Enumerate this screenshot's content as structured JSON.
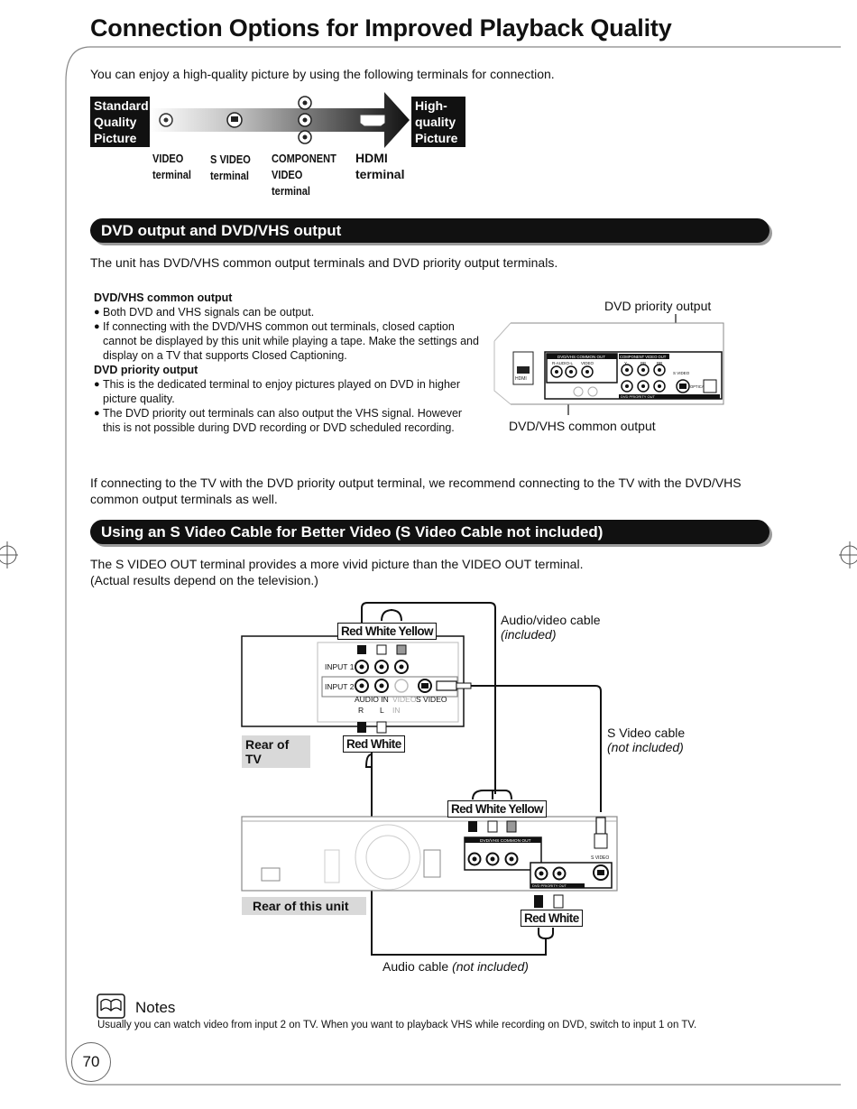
{
  "page": {
    "title": "Connection Options for Improved Playback Quality",
    "intro": "You can enjoy a high-quality picture by using the following terminals for connection.",
    "page_number": "70"
  },
  "quality_scale": {
    "low_label": [
      "Standard",
      "Quality",
      "Picture"
    ],
    "high_label": [
      "High-",
      "quality",
      "Picture"
    ],
    "terminals": {
      "video": [
        "VIDEO",
        "terminal"
      ],
      "svideo": [
        "S VIDEO",
        "terminal"
      ],
      "component": [
        "COMPONENT",
        "VIDEO",
        "terminal"
      ],
      "hdmi": [
        "HDMI",
        "terminal"
      ]
    }
  },
  "section1": {
    "heading": "DVD output and DVD/VHS output",
    "lead": "The unit has DVD/VHS common output terminals and DVD priority output terminals.",
    "common_heading": "DVD/VHS common output",
    "common_bullets": [
      "Both DVD and VHS signals can be output.",
      "If connecting with the DVD/VHS common out terminals, closed caption cannot be displayed by this unit while playing a tape. Make the settings and display on a TV that supports Closed Captioning."
    ],
    "priority_heading": "DVD priority output",
    "priority_bullets": [
      "This is the dedicated terminal to enjoy pictures played on DVD in higher picture quality.",
      "The DVD priority out terminals can also output the VHS signal. However this is not possible during DVD recording or DVD scheduled recording."
    ],
    "diagram_label_top": "DVD priority output",
    "diagram_label_bottom": "DVD/VHS common output",
    "panel_labels": {
      "common_out": "DVD/VHS COMMON OUT",
      "component_out": "COMPONENT VIDEO OUT",
      "priority_out": "DVD PRIORITY OUT",
      "svideo": "S VIDEO",
      "optical": "OPTICAL",
      "raudio": "R-AUDIO-L",
      "video": "VIDEO",
      "y": "Y",
      "pb": "PB",
      "pr": "PR",
      "hdmi": "HDMI"
    },
    "recommend": "If connecting to the TV with the DVD priority output terminal, we recommend connecting to the TV with the DVD/VHS common output terminals as well."
  },
  "section2": {
    "heading": "Using an S Video Cable for Better Video (S Video Cable not included)",
    "lead_1": "The S VIDEO OUT terminal provides a more vivid picture than the VIDEO OUT terminal.",
    "lead_2": "(Actual results depend on the television.)",
    "av_cable": "Audio/video cable",
    "av_cable_note": "(included)",
    "svideo_cable": "S Video cable",
    "svideo_cable_note": "(not included)",
    "audio_cable": "Audio cable",
    "audio_cable_note": "(not included)",
    "rwy": "Red White Yellow",
    "rw": "Red White",
    "rear_tv": "Rear of TV",
    "rear_unit": "Rear of this unit",
    "tv_labels": {
      "input1": "INPUT 1",
      "input2": "INPUT 2",
      "audio_in": "AUDIO IN",
      "video_in": "VIDEO",
      "in": "IN",
      "svideo": "S VIDEO",
      "r": "R",
      "l": "L"
    }
  },
  "notes": {
    "heading": "Notes",
    "text": "Usually you can watch video from input 2 on TV. When you want to playback VHS while recording on DVD, switch to input 1 on TV."
  },
  "colors": {
    "bar_bg": "#111111",
    "shadow": "#9a9a9a",
    "gray_label": "#d9d9d9"
  }
}
